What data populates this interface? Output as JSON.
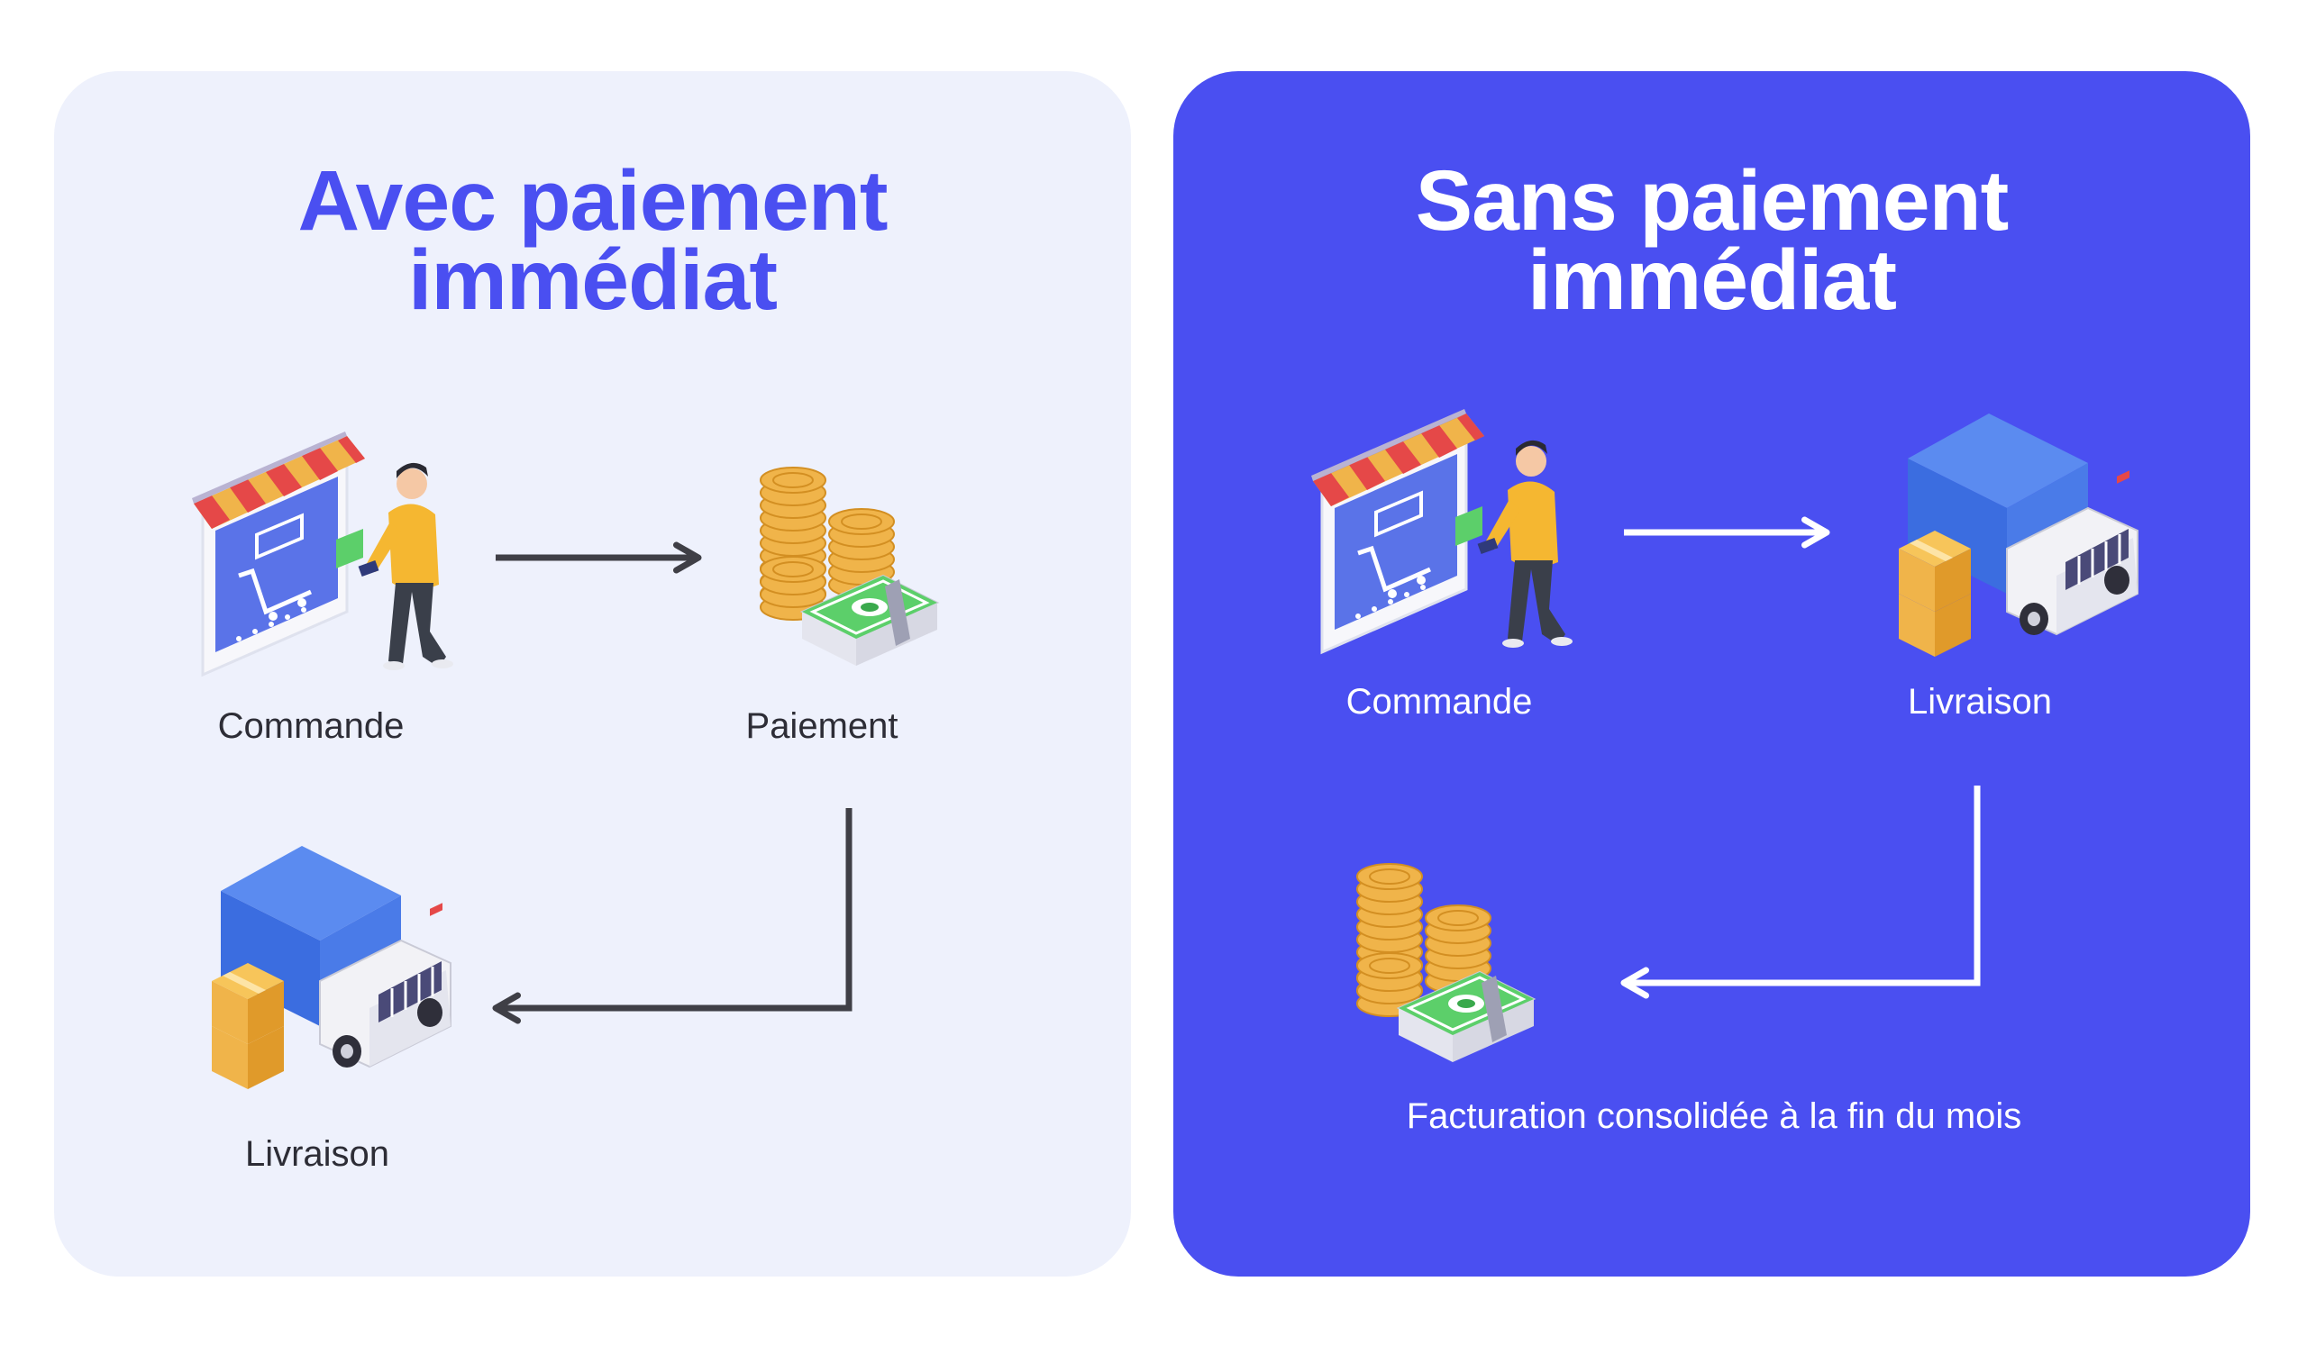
{
  "colors": {
    "accent": "#4a4ff1",
    "panel_light": "#eef1fc",
    "arrow_dark": "#3f3f46",
    "arrow_light": "#ffffff"
  },
  "left_panel": {
    "title_line1": "Avec paiement",
    "title_line2": "immédiat",
    "steps": {
      "order": {
        "label": "Commande",
        "icon": "storefront-shopper-icon"
      },
      "payment": {
        "label": "Paiement",
        "icon": "coins-cash-icon"
      },
      "delivery": {
        "label": "Livraison",
        "icon": "delivery-truck-icon"
      }
    }
  },
  "right_panel": {
    "title_line1": "Sans paiement",
    "title_line2": "immédiat",
    "steps": {
      "order": {
        "label": "Commande",
        "icon": "storefront-shopper-icon"
      },
      "delivery": {
        "label": "Livraison",
        "icon": "delivery-truck-icon"
      },
      "billing": {
        "label": "Facturation consolidée à la fin du mois",
        "icon": "coins-cash-icon"
      }
    }
  }
}
